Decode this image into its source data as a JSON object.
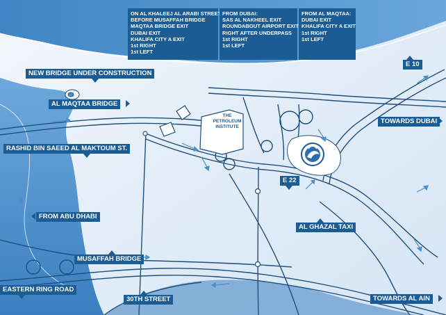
{
  "directions": [
    {
      "lines": [
        "ON AL KHALEEJ AL ARABI STREET:",
        "BEFORE MUSAFFAH BRIDGE",
        "MAQTAA BRIDGE EXIT",
        "DUBAI EXIT",
        "KHALIFA CITY A EXIT",
        "1st RIGHT",
        "1st LEFT"
      ]
    },
    {
      "lines": [
        "FROM DUBAI:",
        "SAS AL NAKHEEL EXIT",
        "ROUNDABOUT AIRPORT EXIT",
        "RIGHT AFTER UNDERPASS",
        "1st RIGHT",
        "1st LEFT"
      ]
    },
    {
      "lines": [
        "FROM AL MAQTAA:",
        "DUBAI EXIT",
        "KHALIFA CITY A EXIT",
        "1st RIGHT",
        "1st LEFT"
      ]
    }
  ],
  "labels": {
    "new_bridge": "NEW BRIDGE UNDER CONSTRUCTION",
    "maqtaa_bridge": "AL MAQTAA BRIDGE",
    "rashid_st": "RASHID BIN SAEED AL MAKTOUM ST.",
    "from_abu_dhabi": "FROM ABU DHABI",
    "musaffah_bridge": "MUSAFFAH BRIDGE",
    "eastern_ring": "EASTERN RING ROAD",
    "thirtieth_street": "30TH STREET",
    "towards_al_ain": "TOWARDS AL AIN",
    "al_ghazal_taxi": "AL GHAZAL TAXI",
    "e22": "E 22",
    "towards_dubai": "TOWARDS DUBAI",
    "e10": "E 10"
  },
  "building": {
    "name": "THE PETROLEUM INSTITUTE"
  },
  "colors": {
    "label_bg": "#1a5c93",
    "water": "#4a8fc9",
    "road": "#1f4f7c",
    "land": "#e8f1fa"
  },
  "icons": {
    "school_logo": "school-crest-icon"
  }
}
